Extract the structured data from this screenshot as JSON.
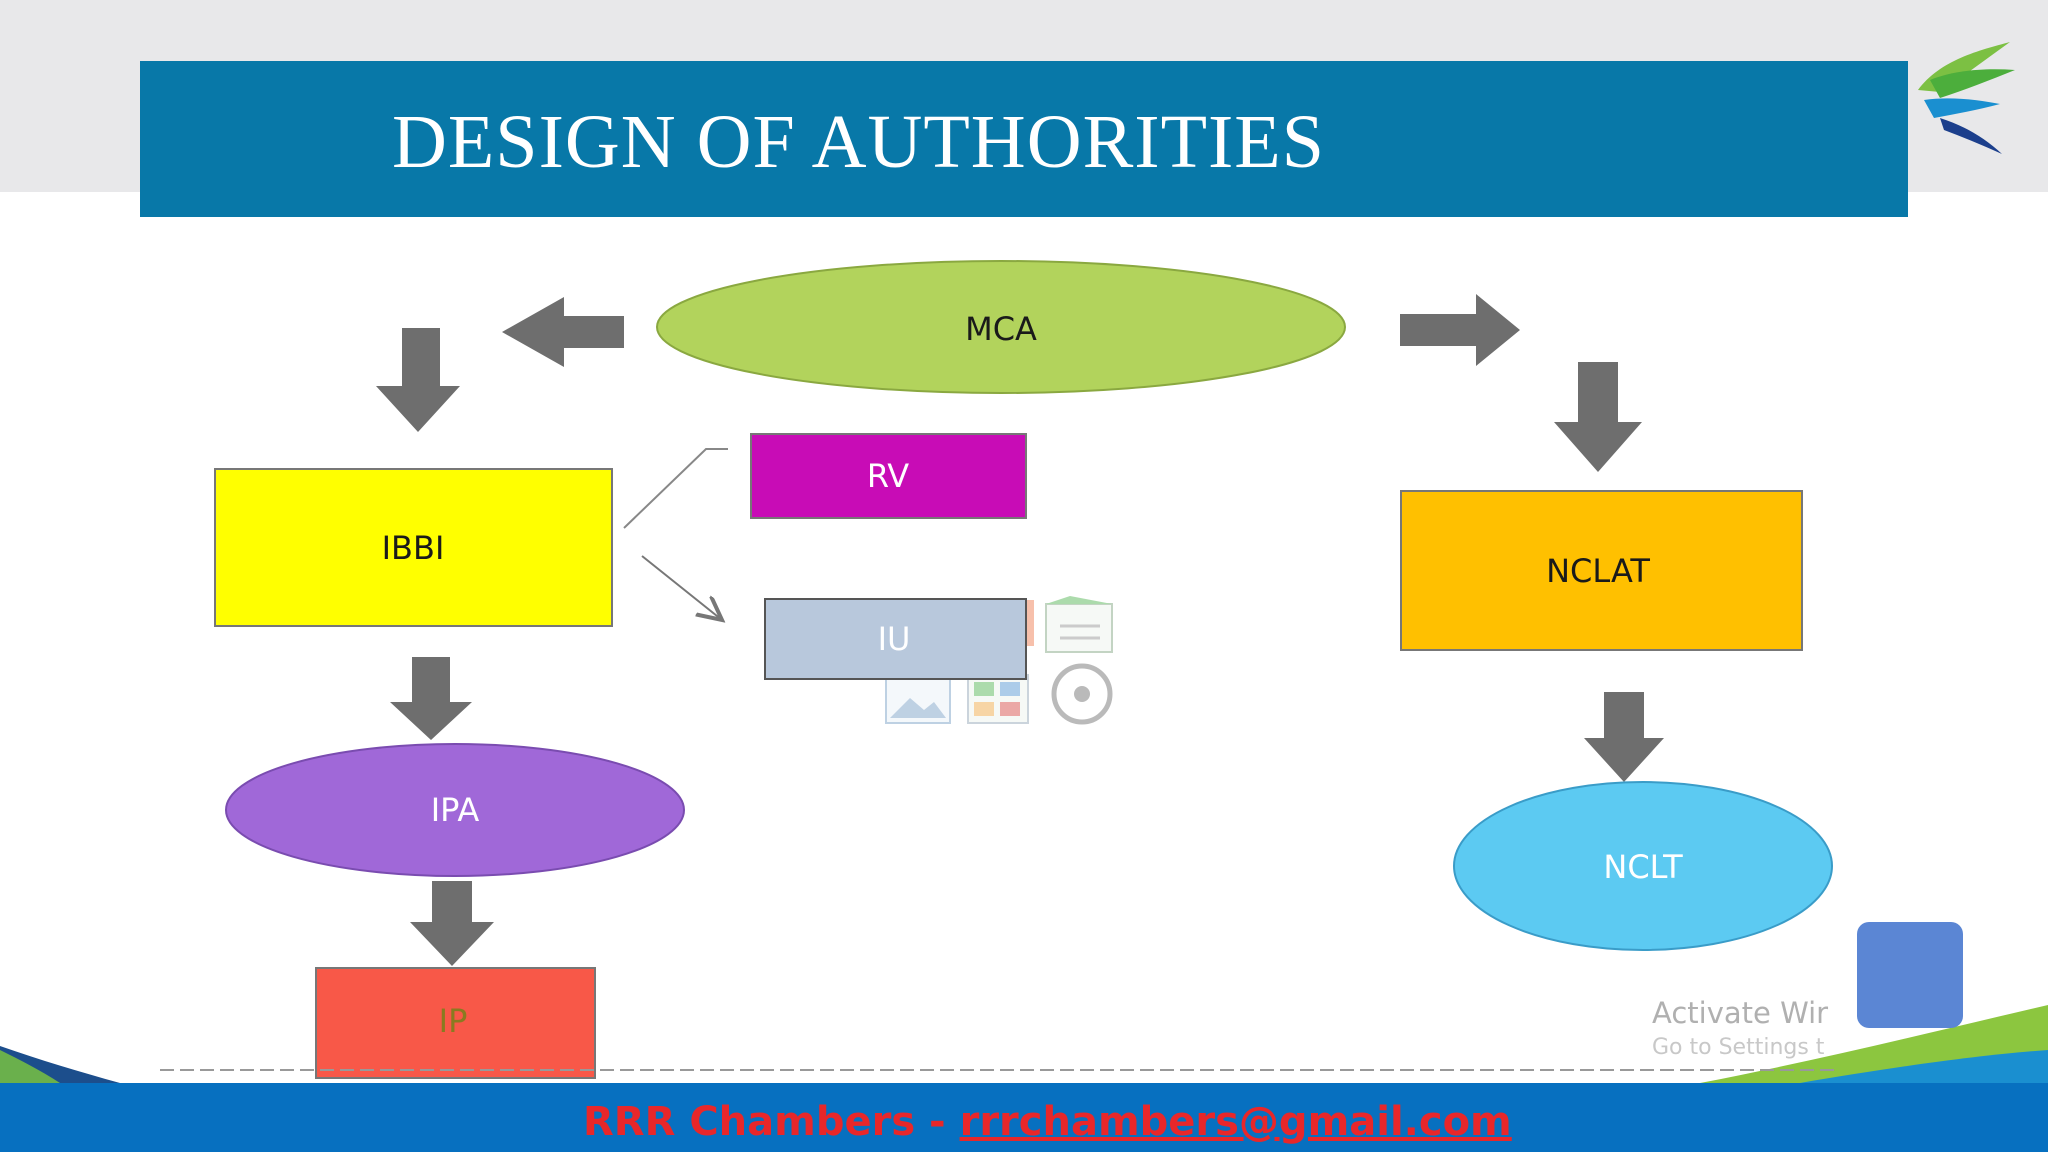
{
  "slide": {
    "title": "DESIGN OF AUTHORITIES"
  },
  "nodes": {
    "mca": "MCA",
    "ibbi": "IBBI",
    "rv": "RV",
    "iu": "IU",
    "ipa": "IPA",
    "ip": "IP",
    "nclat": "NCLAT",
    "nclt": "NCLT"
  },
  "colors": {
    "title_bar": "#0878a8",
    "mca": "#b2d35c",
    "ibbi": "#ffff00",
    "rv": "#c80cb6",
    "iu": "#b8c8dc",
    "ipa": "#a068d8",
    "ip": "#f85848",
    "nclat": "#ffc000",
    "nclt": "#5ccaf2",
    "arrow": "#6e6e6e",
    "footer": "#0770c0",
    "footer_text": "#e8272a"
  },
  "footer": {
    "name": "RRR Chambers - ",
    "email": "rrrchambers@gmail.com"
  },
  "watermark": {
    "line1": "Activate Wir",
    "line2": "Go to Settings t"
  },
  "icons": {
    "logo": "bird-logo-icon",
    "insert_media": "insert-media-icon"
  }
}
